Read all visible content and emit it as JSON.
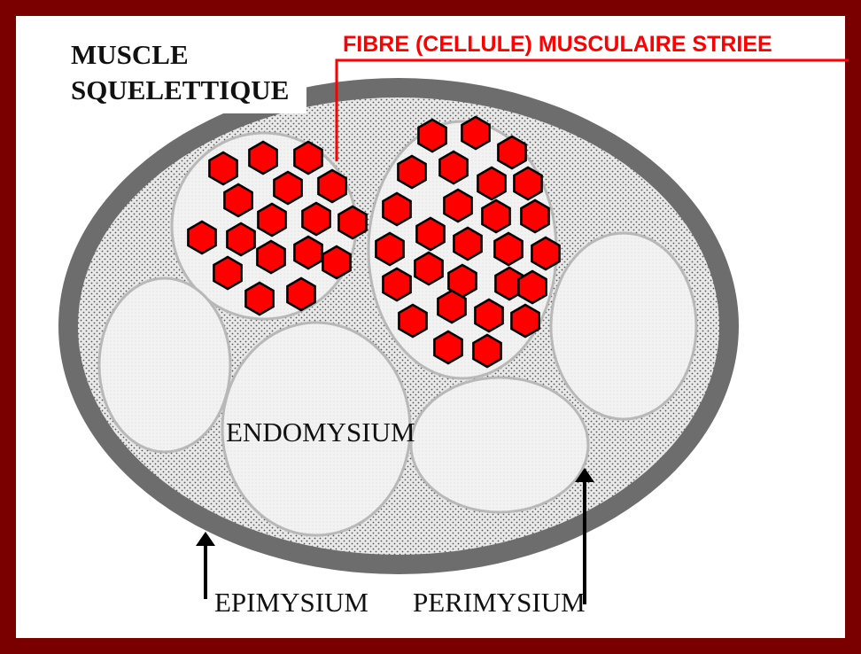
{
  "title": {
    "line1": "MUSCLE",
    "line2": "SQUELETTIQUE"
  },
  "labels": {
    "fibre": "FIBRE (CELLULE) MUSCULAIRE STRIEE",
    "endomysium": "ENDOMYSIUM",
    "epimysium": "EPIMYSIUM",
    "perimysium": "PERIMYSIUM"
  },
  "colors": {
    "frame": "#7a0000",
    "fibre": "#ff0000",
    "fibre_label": "#ff0000",
    "epimysium_ring": "#6d6d6d",
    "fascicle_fill": "#f0f0f0",
    "fascicle_border": "#b8b8b8",
    "arrow": "#000000"
  }
}
